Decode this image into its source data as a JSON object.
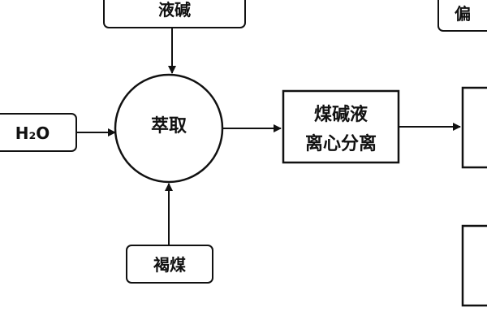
{
  "diagram": {
    "nodes": {
      "liquid_alkali": "液碱",
      "water": "H₂O",
      "extraction": "萃取",
      "lignite": "褐煤",
      "centrifuge_line1": "煤碱液",
      "centrifuge_line2": "离心分离",
      "right_top_partial": "偏"
    },
    "edges": [
      {
        "from": "液碱",
        "to": "萃取"
      },
      {
        "from": "H₂O",
        "to": "萃取"
      },
      {
        "from": "褐煤",
        "to": "萃取"
      },
      {
        "from": "萃取",
        "to": "煤碱液离心分离"
      },
      {
        "from": "煤碱液离心分离",
        "to": "(cropped)"
      }
    ],
    "colors": {
      "stroke": "#111111",
      "fill": "#ffffff"
    }
  }
}
